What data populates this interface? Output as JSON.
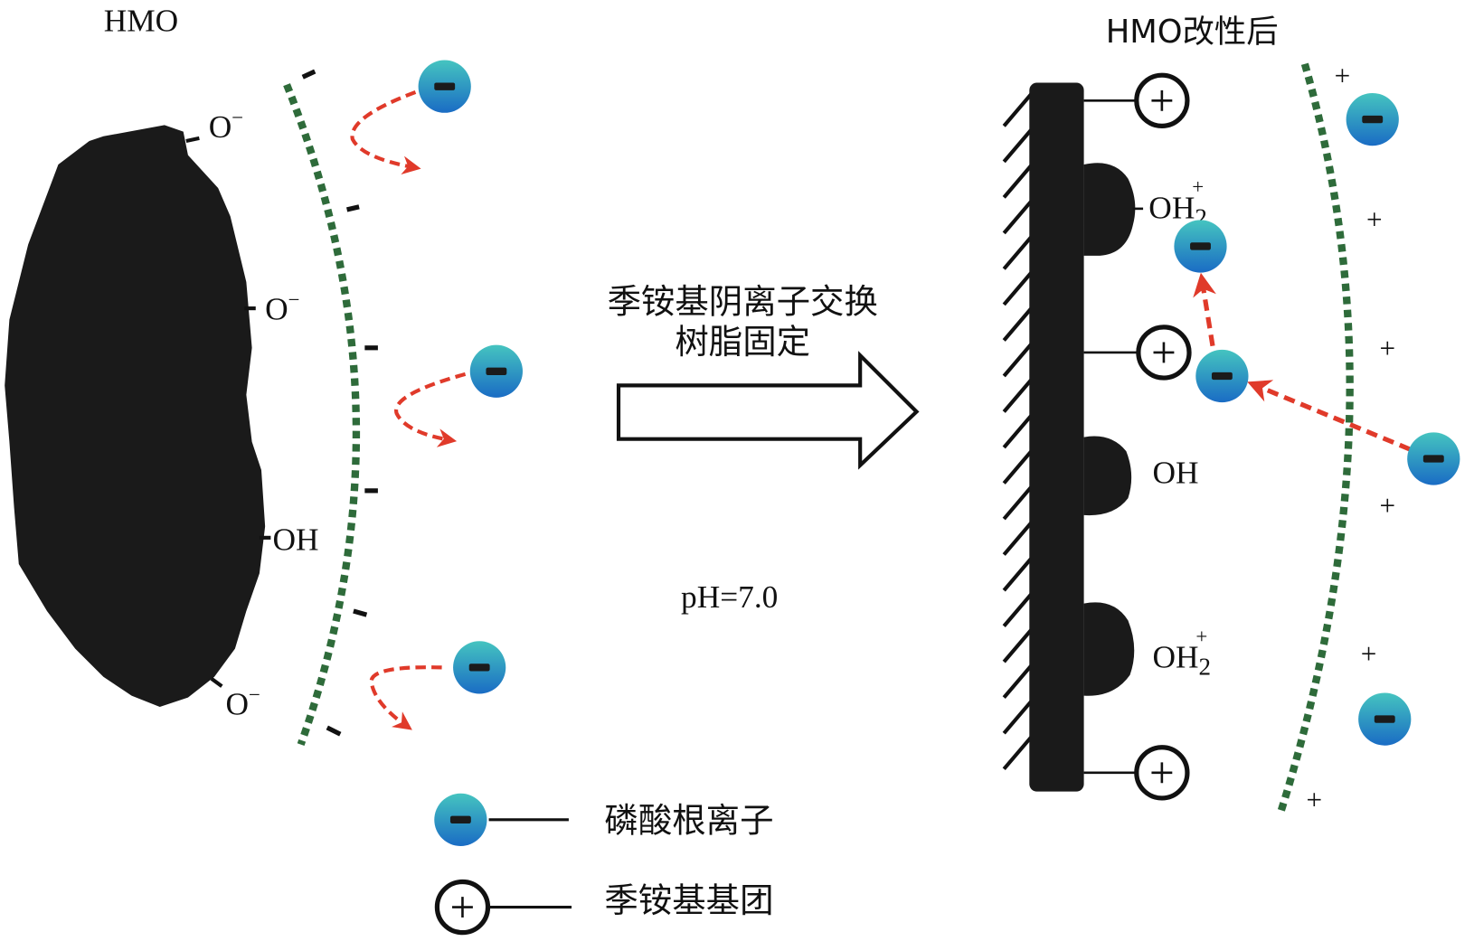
{
  "left": {
    "title": "HMO",
    "surface_groups": [
      {
        "base": "O",
        "sup": "−"
      },
      {
        "base": "O",
        "sup": "−"
      },
      {
        "base": "OH",
        "sup": ""
      },
      {
        "base": "O",
        "sup": "−"
      }
    ]
  },
  "center": {
    "process_line1": "季铵基阴离子交换",
    "process_line2": "树脂固定",
    "condition": "pH=7.0"
  },
  "right": {
    "title": "HMO改性后",
    "surface_groups": [
      {
        "base": "OH",
        "sub": "2",
        "sup": "+"
      },
      {
        "base": "OH",
        "sub": "",
        "sup": ""
      },
      {
        "base": "OH",
        "sub": "2",
        "sup": "+"
      }
    ],
    "plus_sign": "+"
  },
  "legend": {
    "items": [
      {
        "icon": "phosphate-anion-icon",
        "label": "磷酸根离子"
      },
      {
        "icon": "quaternary-ammonium-icon",
        "label": "季铵基基团"
      }
    ]
  },
  "colors": {
    "particle": "#1a1a1a",
    "double_layer": "#2e6b3a",
    "arrow": "#e03a2a",
    "anion_top": "#45c4c0",
    "anion_bottom": "#1a6cc4"
  }
}
